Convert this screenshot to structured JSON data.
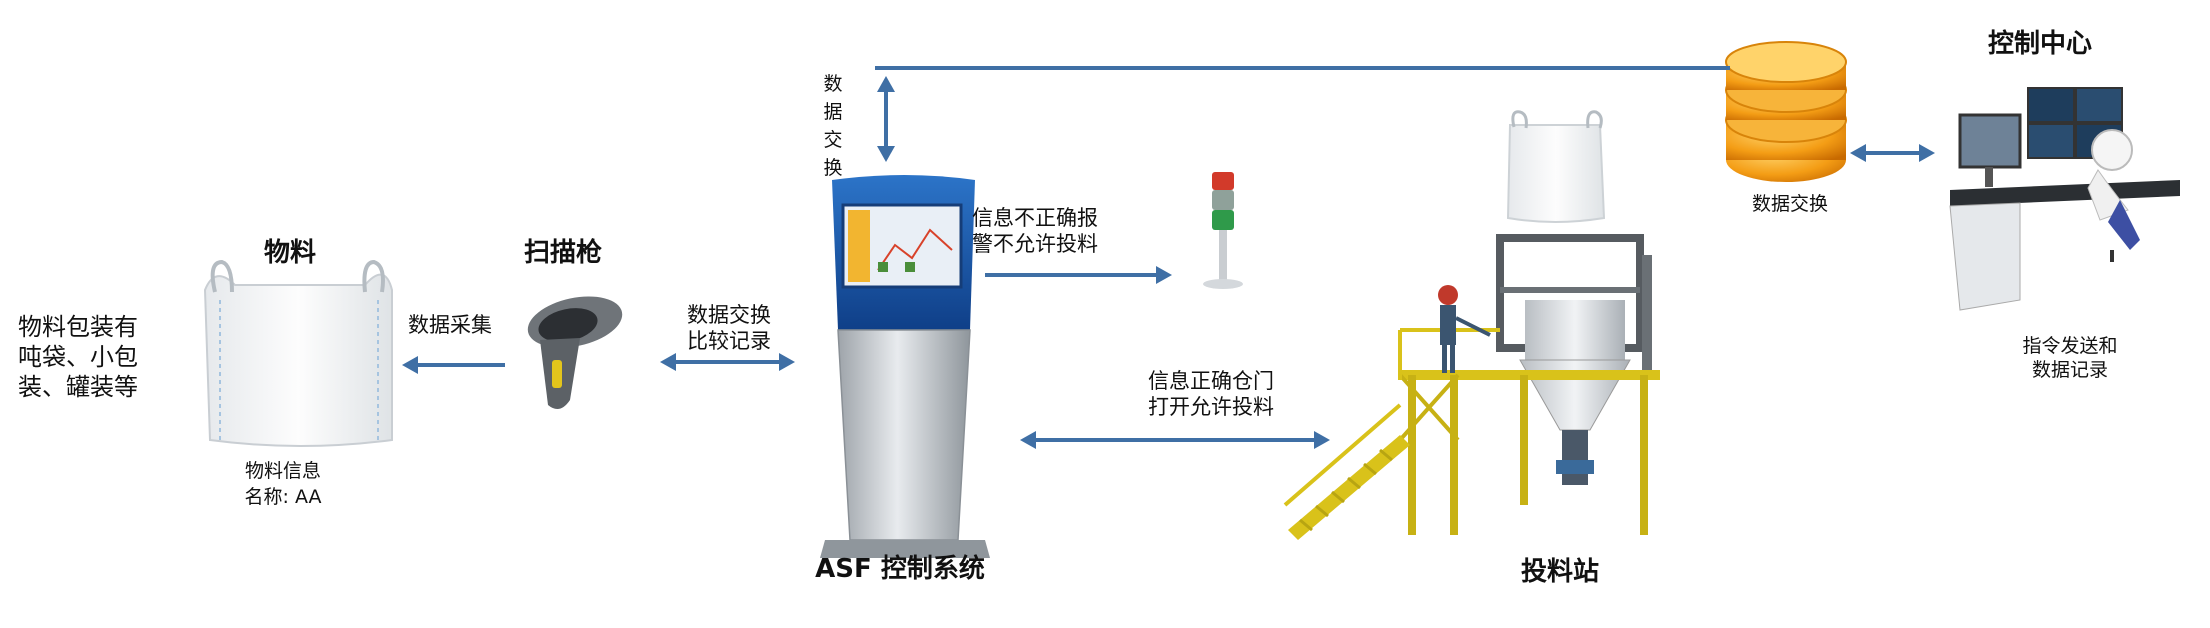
{
  "material": {
    "title": "物料",
    "packaging_note": "物料包装有\n吨袋、小包\n装、罐装等",
    "info_line1": "物料信息",
    "info_line2": "名称: AA"
  },
  "scanner": {
    "title": "扫描枪",
    "collect_label": "数据采集"
  },
  "asf": {
    "title": "ASF 控制系统",
    "compare_label": "数据交换\n比较记录",
    "vertical_label": [
      "数",
      "据",
      "交",
      "换"
    ]
  },
  "alarm": {
    "label": "信息不正确报\n警不允许投料"
  },
  "station": {
    "title": "投料站",
    "allow_label": "信息正确仓门\n打开允许投料"
  },
  "database": {
    "label": "数据交换"
  },
  "control_center": {
    "title": "控制中心",
    "caption": "指令发送和\n数据记录"
  },
  "colors": {
    "arrow": "#3f6fa5",
    "kiosk_blue": "#1f5fb0",
    "db_orange": "#f09a10",
    "station_yellow": "#d9c21a"
  }
}
